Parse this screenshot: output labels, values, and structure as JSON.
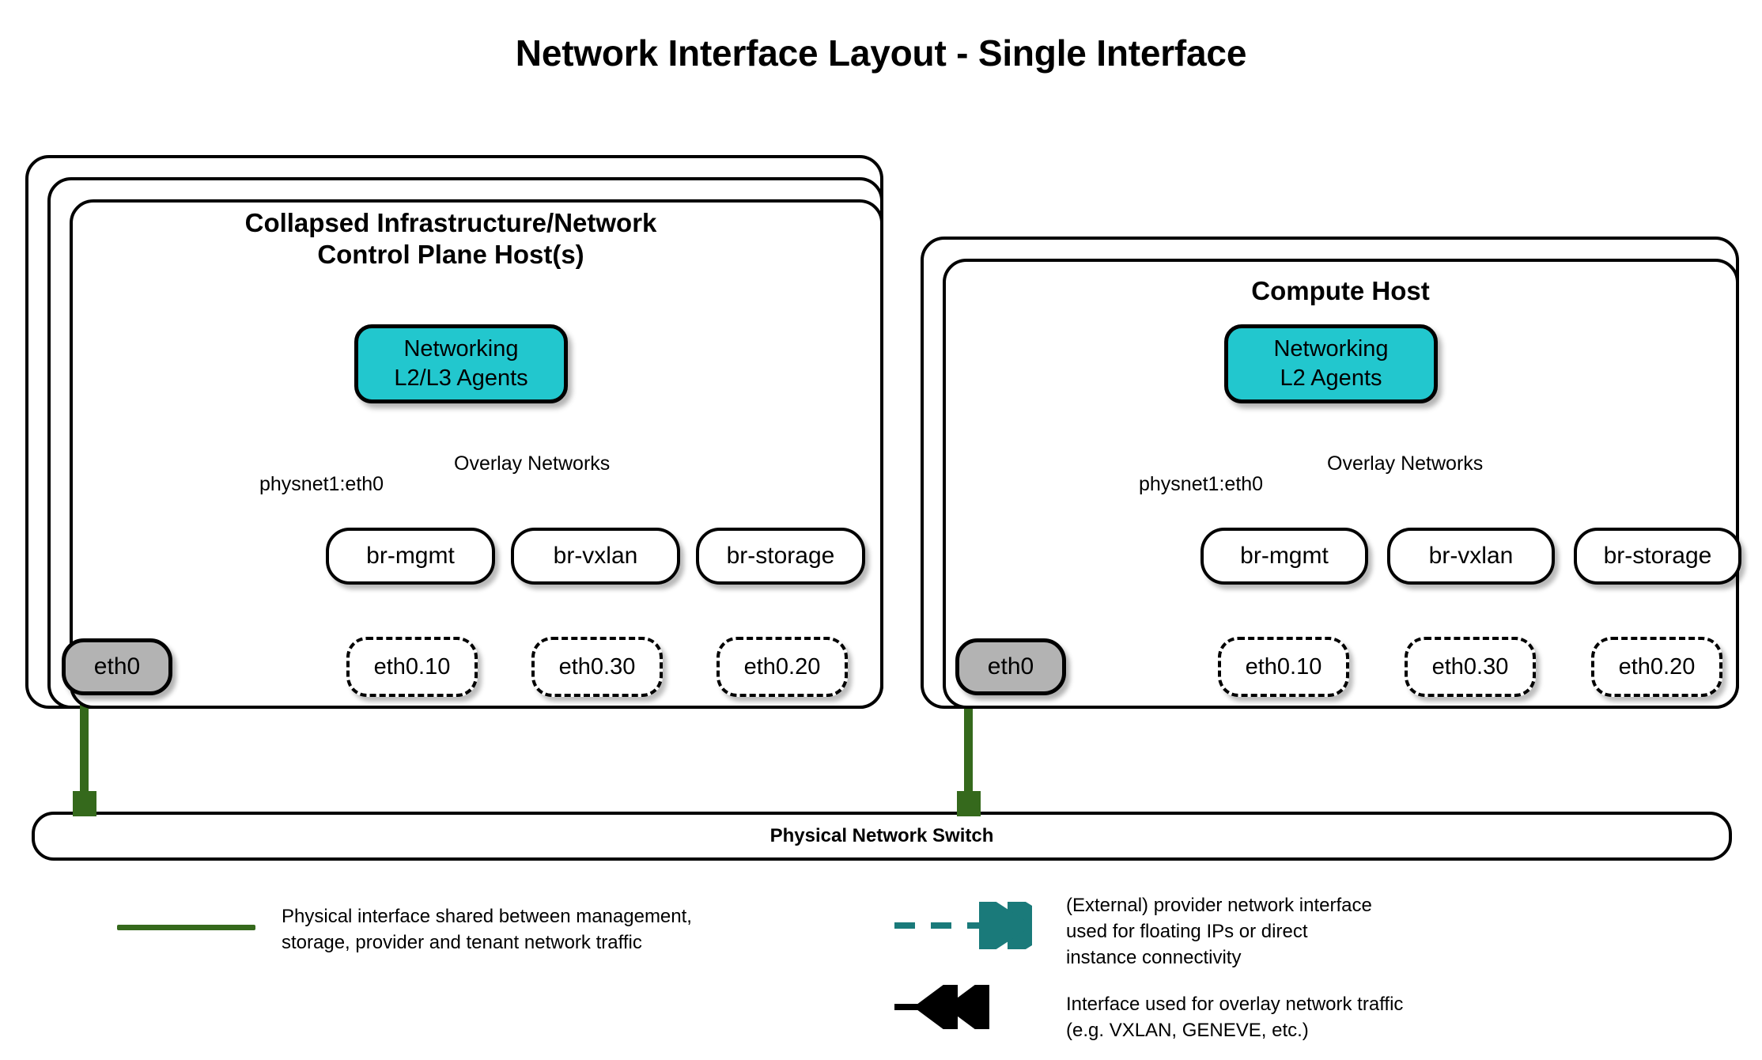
{
  "title": "Network Interface Layout - Single Interface",
  "hosts": [
    {
      "id": "control-plane-host",
      "title": "Collapsed Infrastructure/Network\nControl Plane Host(s)",
      "stack_layers": 3,
      "agents": {
        "label": "Networking\nL2/L3 Agents",
        "color": "#22c7ce"
      },
      "provider_label": "physnet1:eth0",
      "overlay_label": "Overlay Networks",
      "physical_interface": "eth0",
      "bridges": [
        {
          "bridge": "br-mgmt",
          "vlan": "eth0.10"
        },
        {
          "bridge": "br-vxlan",
          "vlan": "eth0.30"
        },
        {
          "bridge": "br-storage",
          "vlan": "eth0.20"
        }
      ]
    },
    {
      "id": "compute-host",
      "title": "Compute Host",
      "stack_layers": 2,
      "agents": {
        "label": "Networking\nL2 Agents",
        "color": "#22c7ce"
      },
      "provider_label": "physnet1:eth0",
      "overlay_label": "Overlay Networks",
      "physical_interface": "eth0",
      "bridges": [
        {
          "bridge": "br-mgmt",
          "vlan": "eth0.10"
        },
        {
          "bridge": "br-vxlan",
          "vlan": "eth0.30"
        },
        {
          "bridge": "br-storage",
          "vlan": "eth0.20"
        }
      ]
    }
  ],
  "switch": {
    "label": "Physical Network Switch"
  },
  "legend": [
    {
      "id": "physical-interface",
      "marker": "solid-green-line",
      "color": "#35691c",
      "text": "Physical interface shared between management,\nstorage, provider and tenant network traffic"
    },
    {
      "id": "provider-network-interface",
      "marker": "dashed-teal-double-arrow",
      "color": "#1a7a7a",
      "text": "(External) provider network interface\nused for floating IPs or direct\ninstance connectivity"
    },
    {
      "id": "overlay-network-interface",
      "marker": "solid-black-double-arrow",
      "color": "#000000",
      "text": "Interface used for overlay network traffic\n(e.g. VXLAN, GENEVE, etc.)"
    }
  ],
  "colors": {
    "agent_teal": "#22c7ce",
    "provider_teal": "#1a7a7a",
    "physical_green": "#35691c",
    "interface_gray": "#b3b3b3",
    "outline": "#000000"
  }
}
